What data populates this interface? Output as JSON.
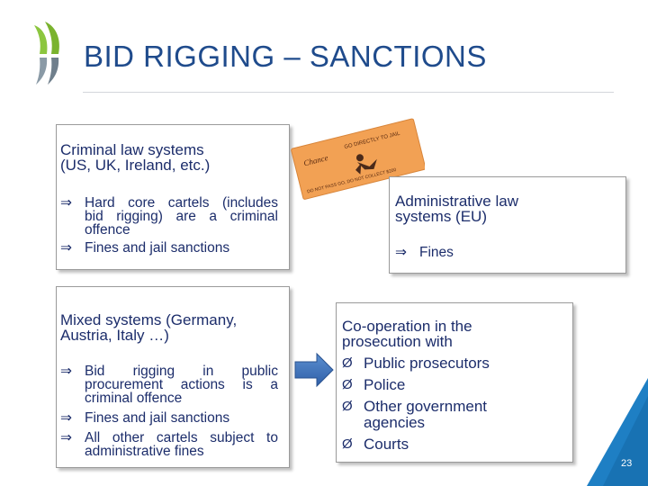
{
  "header": {
    "title": "BID RIGGING – SANCTIONS"
  },
  "criminal": {
    "heading": [
      "Criminal law systems",
      "(US, UK, Ireland, etc.)"
    ],
    "bullets": [
      {
        "lines": [
          "Hard core cartels (includes",
          "bid rigging) are a criminal",
          "offence"
        ]
      },
      {
        "lines": [
          "Fines and jail sanctions"
        ]
      }
    ]
  },
  "ticket": {
    "top_text": "Chance",
    "mid_text": "GO DIRECTLY TO JAIL",
    "bottom_text": "DO NOT PASS GO, DO NOT COLLECT $200"
  },
  "admin": {
    "heading": [
      "Administrative law",
      "systems (EU)"
    ],
    "bullets": [
      {
        "lines": [
          "Fines"
        ]
      }
    ]
  },
  "mixed": {
    "heading": [
      "Mixed systems (Germany,",
      "Austria, Italy …)"
    ],
    "bullets": [
      {
        "lines": [
          "Bid rigging in public",
          "procurement actions is a",
          "criminal offence"
        ]
      },
      {
        "lines": [
          "Fines and jail sanctions"
        ]
      },
      {
        "lines": [
          "All other cartels subject to",
          "administrative fines"
        ]
      }
    ]
  },
  "coop": {
    "heading": [
      "Co-operation in the",
      "prosecution with"
    ],
    "items": [
      {
        "lines": [
          "Public prosecutors"
        ]
      },
      {
        "lines": [
          "Police"
        ]
      },
      {
        "lines": [
          "Other government",
          "agencies"
        ]
      },
      {
        "lines": [
          "Courts"
        ]
      }
    ]
  },
  "icons": {
    "bullet_mark": "⇒",
    "coop_mark": "Ø"
  },
  "colors": {
    "accent_blue": "#1e7fc4",
    "title_blue": "#1f4b8c",
    "text_navy": "#1c2d6b",
    "logo_green": "#8cc63f"
  },
  "footer": {
    "page_number": "23"
  }
}
